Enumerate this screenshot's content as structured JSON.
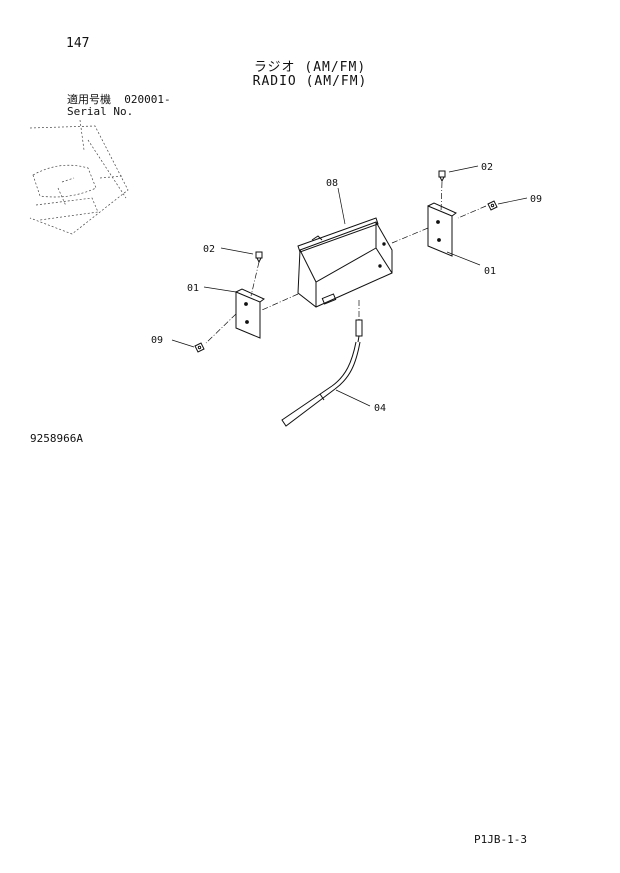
{
  "header": {
    "page_number": "147",
    "title_jp": "ラジオ (AM/FM)",
    "title_en": "RADIO (AM/FM)"
  },
  "serial": {
    "label_jp": "適用号機",
    "range": "020001-",
    "label_en": "Serial No."
  },
  "callouts": {
    "c08": "08",
    "c02_right": "02",
    "c09_right": "09",
    "c01_right": "01",
    "c02_left": "02",
    "c01_left": "01",
    "c09_left": "09",
    "c04": "04"
  },
  "footer": {
    "figure_number": "9258966A",
    "page_ref": "P1JB-1-3"
  }
}
